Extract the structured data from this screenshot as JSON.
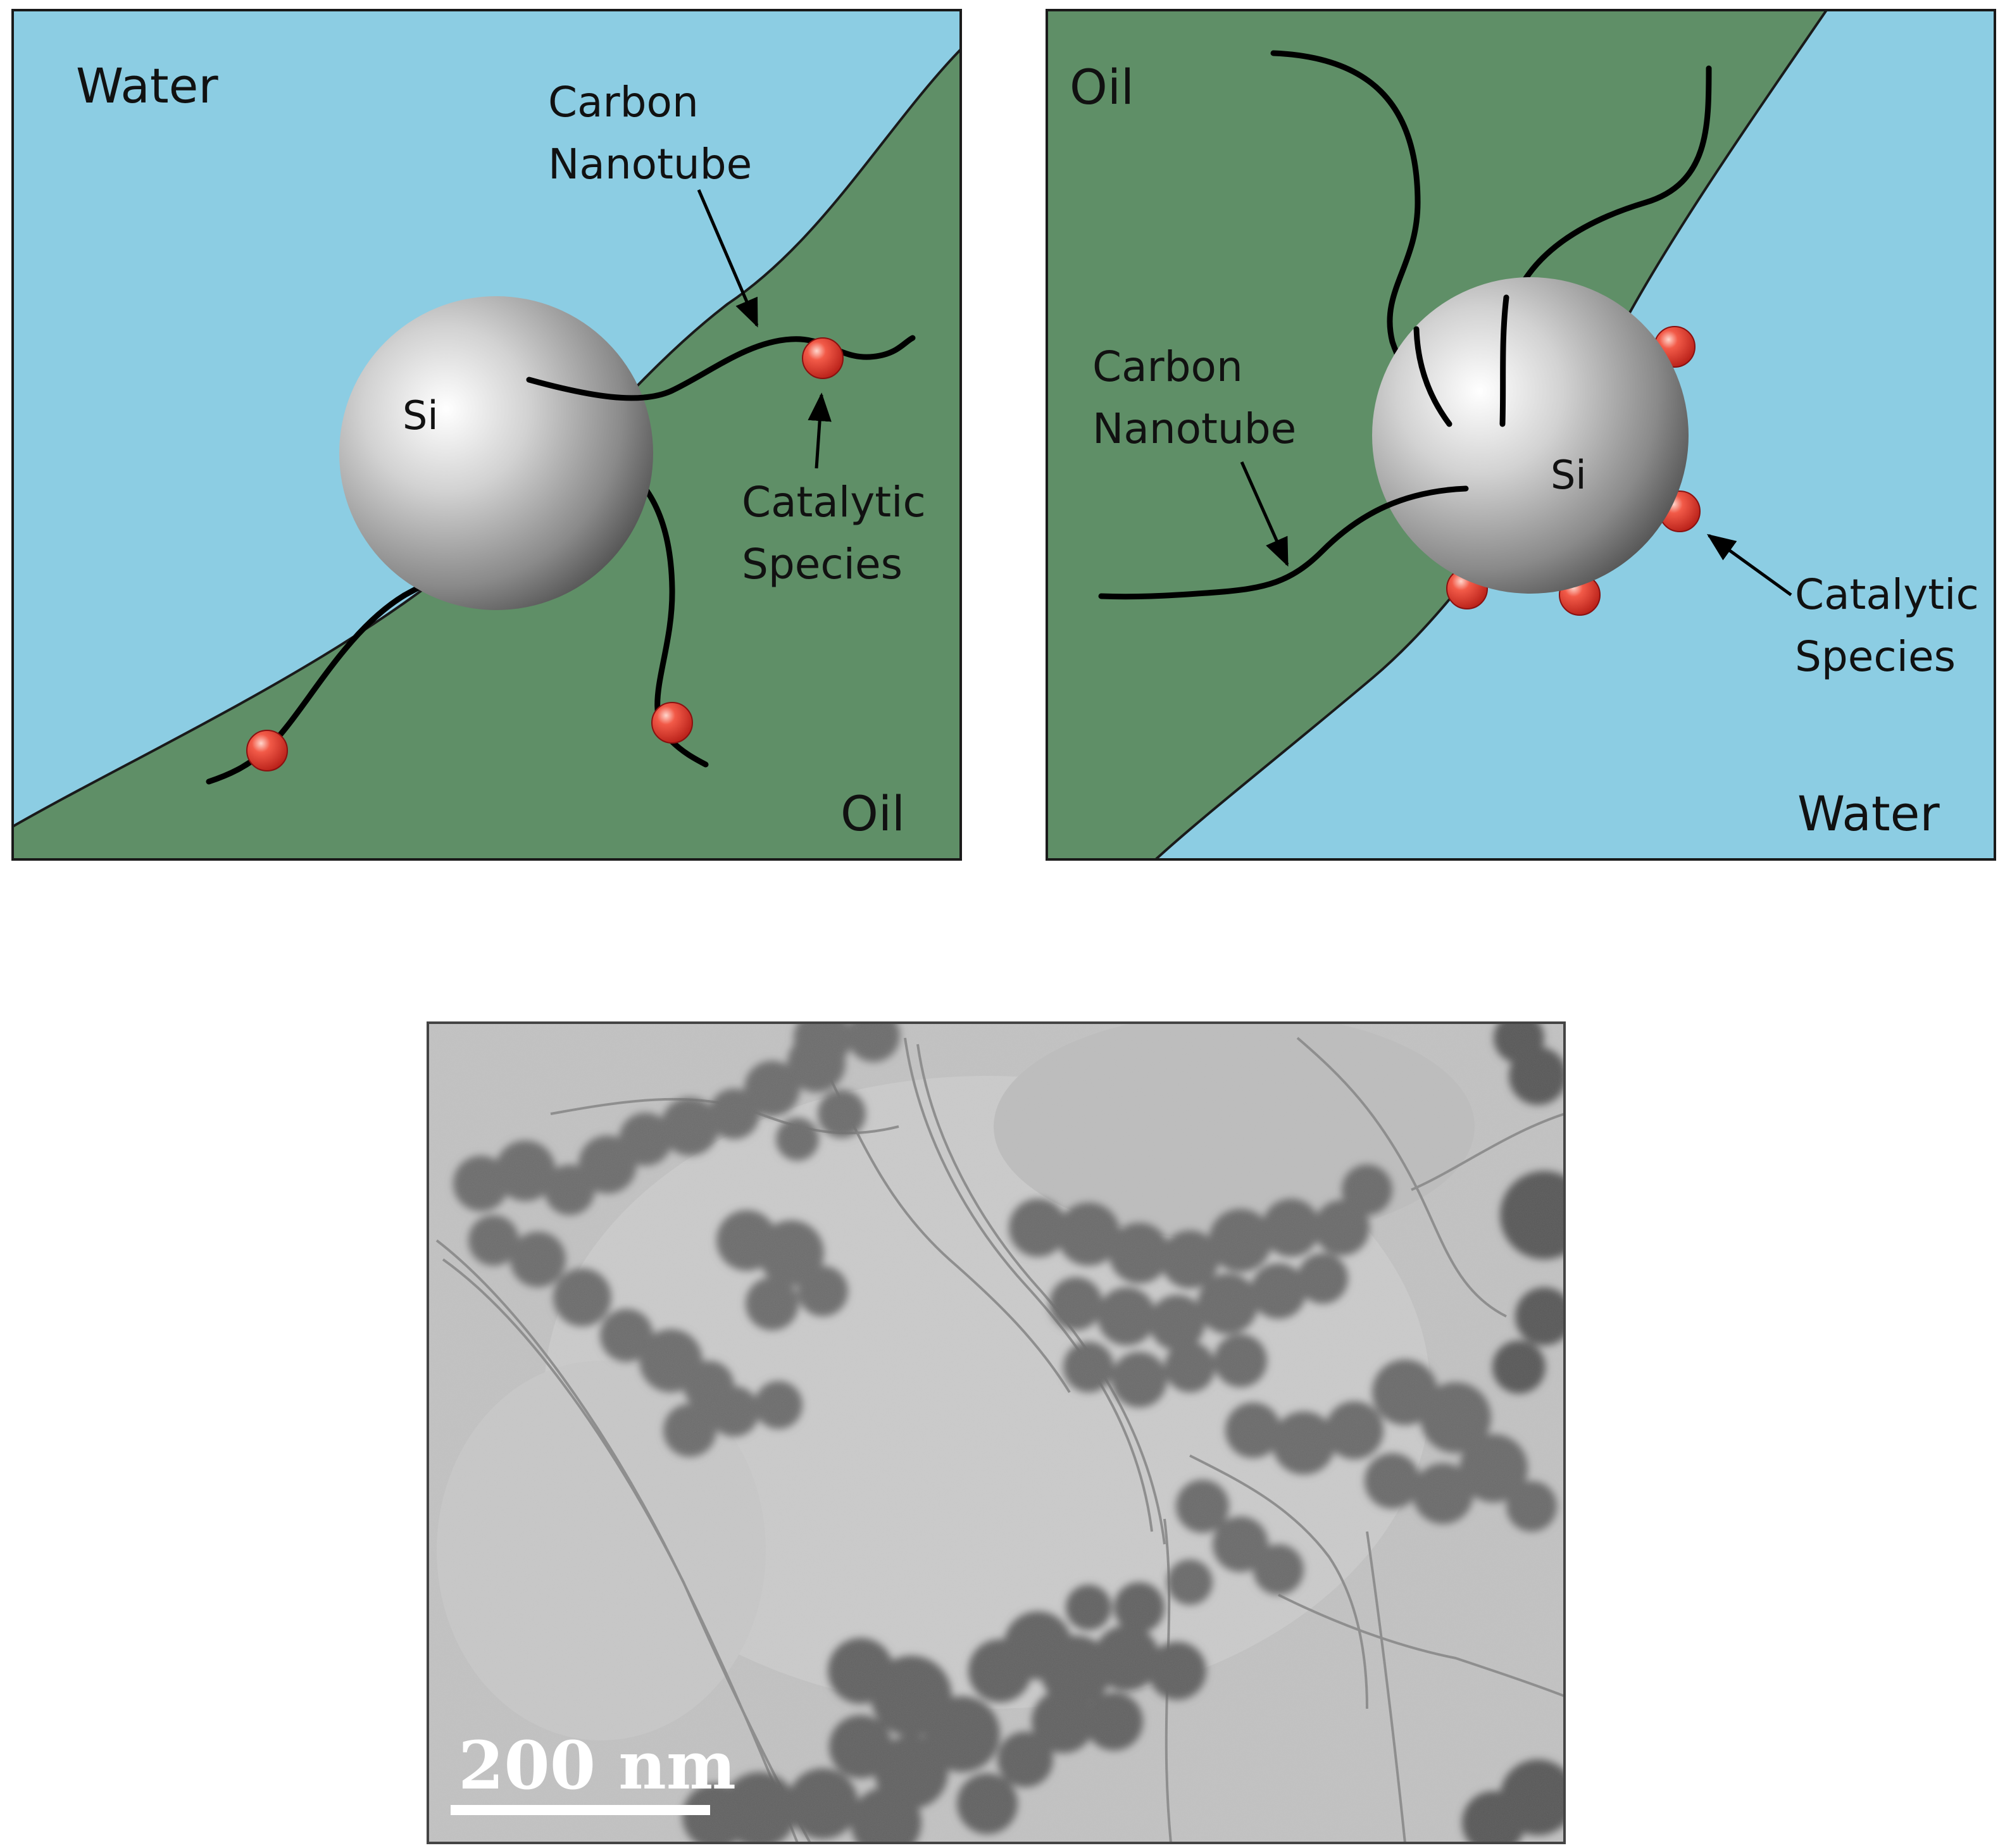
{
  "panel_left": {
    "labels": {
      "water": "Water",
      "oil": "Oil",
      "particle": "Si",
      "nanotube_line1": "Carbon",
      "nanotube_line2": "Nanotube",
      "catalyst_line1": "Catalytic",
      "catalyst_line2": "Species"
    }
  },
  "panel_right": {
    "labels": {
      "water": "Water",
      "oil": "Oil",
      "particle": "Si",
      "nanotube_line1": "Carbon",
      "nanotube_line2": "Nanotube",
      "catalyst_line1": "Catalytic",
      "catalyst_line2": "Species"
    }
  },
  "micrograph": {
    "scale_bar_label": "200 nm"
  },
  "colors": {
    "water": "#8ccde3",
    "oil": "#5f8f67",
    "border": "#1a1a1a",
    "catalyst": "#e53b30",
    "nanotube": "#000000"
  }
}
